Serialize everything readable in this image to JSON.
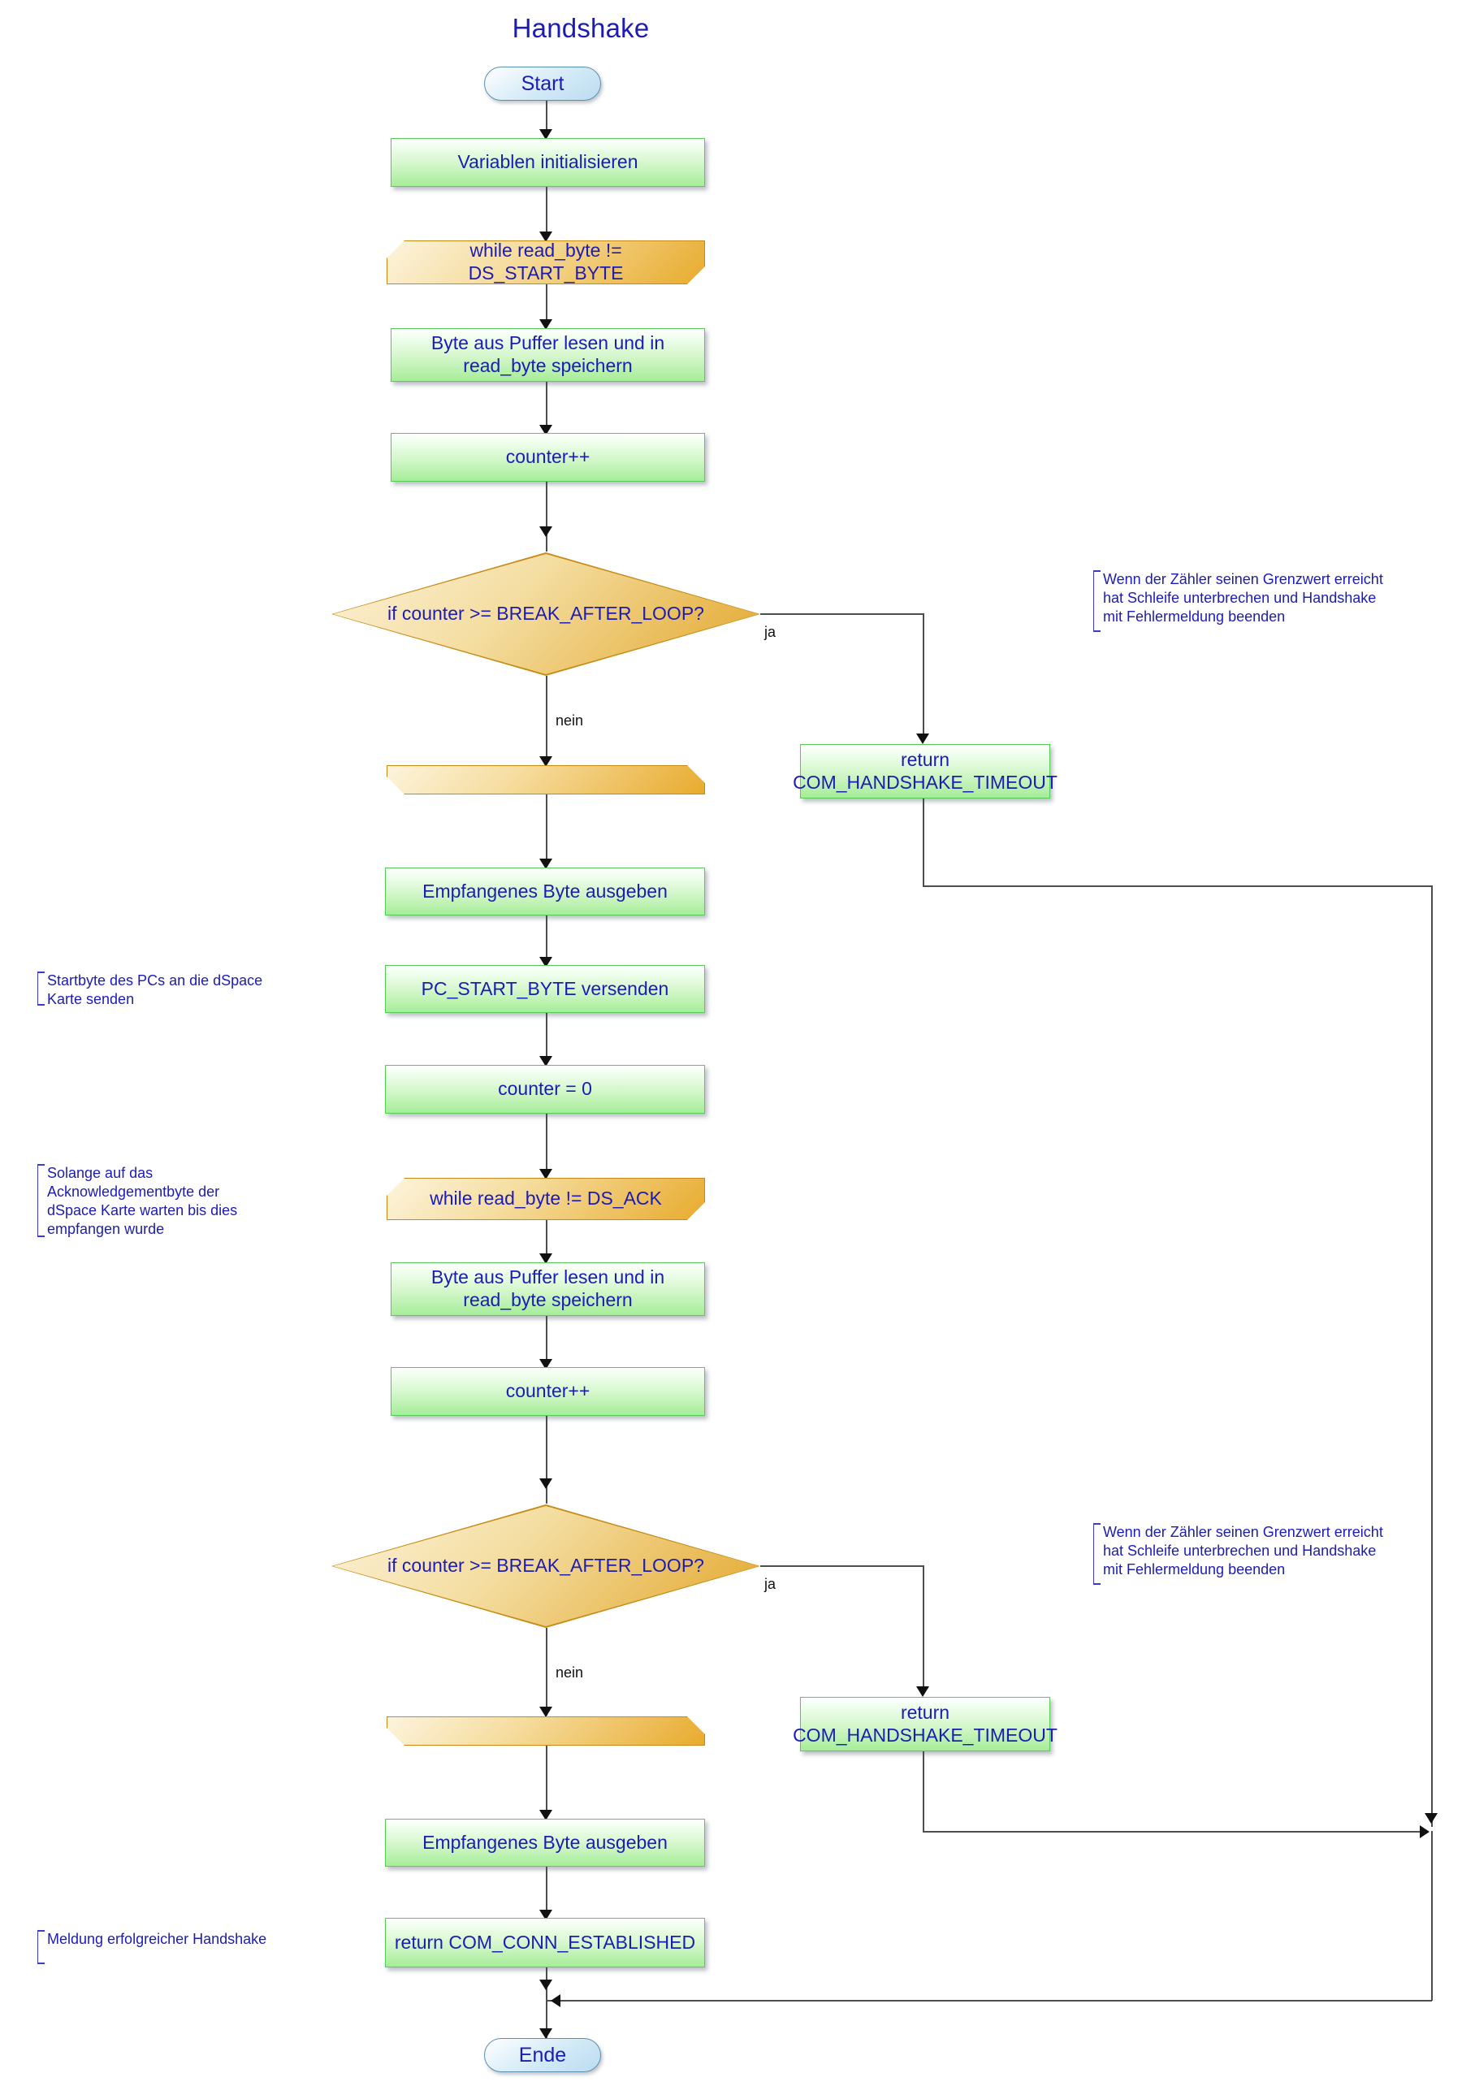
{
  "diagram": {
    "title": "Handshake",
    "language": "de"
  },
  "nodes": {
    "start": "Start",
    "init_vars": "Variablen initialisieren",
    "loop1_start": "while read_byte != DS_START_BYTE",
    "read_byte_1": "Byte aus Puffer lesen und in read_byte speichern",
    "counter_inc_1": "counter++",
    "decision_1": "if counter >= BREAK_AFTER_LOOP?",
    "loop1_end": "",
    "return_timeout_1": "return COM_HANDSHAKE_TIMEOUT",
    "print_byte_1": "Empfangenes Byte ausgeben",
    "send_start_byte": "PC_START_BYTE versenden",
    "counter_reset": "counter = 0",
    "loop2_start": "while read_byte != DS_ACK",
    "read_byte_2": "Byte aus Puffer lesen und in read_byte speichern",
    "counter_inc_2": "counter++",
    "decision_2": "if counter >= BREAK_AFTER_LOOP?",
    "loop2_end": "",
    "return_timeout_2": "return COM_HANDSHAKE_TIMEOUT",
    "print_byte_2": "Empfangenes Byte ausgeben",
    "return_established": "return COM_CONN_ESTABLISHED",
    "end": "Ende"
  },
  "edge_labels": {
    "decision_1_yes": "ja",
    "decision_1_no": "nein",
    "decision_2_yes": "ja",
    "decision_2_no": "nein"
  },
  "notes": {
    "note_timeout_1": "Wenn der Zähler seinen Grenzwert erreicht hat Schleife unterbrechen und Handshake mit Fehlermeldung beenden",
    "note_send_start": "Startbyte des PCs an die dSpace Karte senden",
    "note_wait_ack": "Solange auf das Acknowledgementbyte der dSpace Karte warten bis dies empfangen wurde",
    "note_timeout_2": "Wenn der Zähler seinen Grenzwert erreicht hat Schleife unterbrechen und Handshake mit Fehlermeldung beenden",
    "note_success": "Meldung erfolgreicher Handshake"
  },
  "colors": {
    "text": "#1c1cb4",
    "process_fill": "#a6ed99",
    "process_border": "#55cc55",
    "loop_fill": "#e8ab2e",
    "loop_border": "#c78a12",
    "terminator_fill": "#bcdcf0",
    "terminator_border": "#5b8fb1",
    "connector": "#4d4d4d",
    "background": "#ffffff"
  }
}
